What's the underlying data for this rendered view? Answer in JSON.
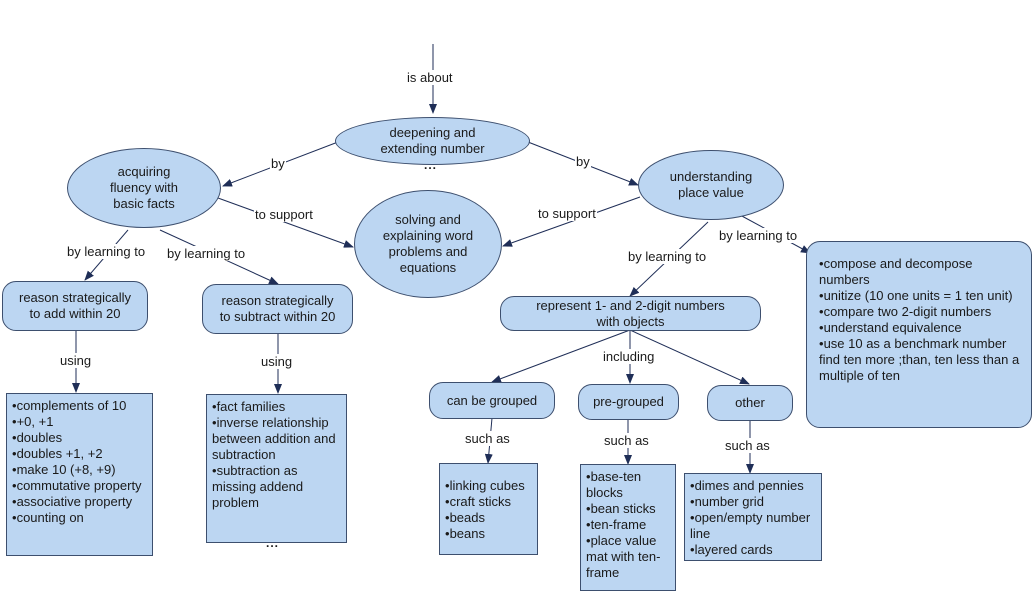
{
  "nodes": {
    "root": {
      "text": "deepening and\nextending number",
      "more": "..."
    },
    "fluency": {
      "text": "acquiring\nfluency with\nbasic facts"
    },
    "place_value": {
      "text": "understanding\nplace value"
    },
    "word_problems": {
      "text": "solving and\nexplaining word\nproblems and\nequations"
    },
    "add_within_20": {
      "text": "reason strategically\nto add within 20"
    },
    "subtract_within_20": {
      "text": "reason strategically\nto subtract within 20"
    },
    "represent": {
      "text": "represent 1- and 2-digit numbers\nwith objects"
    },
    "can_be_grouped": {
      "text": "can be grouped"
    },
    "pre_grouped": {
      "text": "pre-grouped"
    },
    "other": {
      "text": "other"
    },
    "add_strategies": {
      "items": [
        "complements of 10",
        "+0, +1",
        "doubles",
        "doubles +1, +2",
        "make 10 (+8, +9)",
        "commutative property",
        "associative property",
        "counting on"
      ]
    },
    "subtract_strategies": {
      "items": [
        "fact families",
        "inverse relationship between addition and subtraction",
        "subtraction as missing addend problem"
      ],
      "more": "..."
    },
    "grouped_items": {
      "items": [
        "linking cubes",
        "craft sticks",
        "beads",
        "beans"
      ]
    },
    "pregrouped_items": {
      "items": [
        "base-ten blocks",
        "bean sticks",
        "ten-frame",
        "place value mat with ten-frame"
      ]
    },
    "other_items": {
      "items": [
        "dimes and pennies",
        "number grid",
        "open/empty number line",
        "layered cards"
      ]
    },
    "place_value_skills": {
      "items": [
        "compose and decompose numbers",
        "unitize (10 one units = 1 ten unit)",
        "compare two 2-digit numbers",
        "understand equivalence",
        "use 10 as a benchmark number"
      ],
      "trailing": "find ten more ;than, ten less than a multiple of ten"
    }
  },
  "links": {
    "is_about": "is about",
    "by_left": "by",
    "by_right": "by",
    "to_support_left": "to support",
    "to_support_right": "to support",
    "by_learning_to_1": "by learning to",
    "by_learning_to_2": "by learning to",
    "by_learning_to_3": "by learning to",
    "by_learning_to_4": "by learning to",
    "using_1": "using",
    "using_2": "using",
    "including": "including",
    "such_as_1": "such as",
    "such_as_2": "such as",
    "such_as_3": "such as"
  },
  "colors": {
    "node_fill": "#bcd6f2",
    "node_border": "#3d4f6e",
    "connector": "#1f2e57"
  }
}
